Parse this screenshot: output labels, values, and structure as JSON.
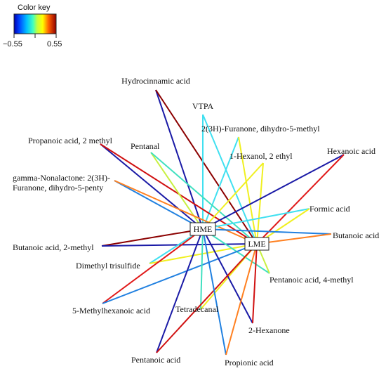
{
  "color_key": {
    "title": "Color key",
    "min_label": "−0.55",
    "max_label": "0.55",
    "min": -0.55,
    "max": 0.55
  },
  "hubs": [
    {
      "id": "HME",
      "label": "HME"
    },
    {
      "id": "LME",
      "label": "LME"
    }
  ],
  "nodes": [
    {
      "id": "hydrocinnamic",
      "label": "Hydrocinnamic acid"
    },
    {
      "id": "vtpa",
      "label": "VTPA"
    },
    {
      "id": "furanone",
      "label": "2(3H)-Furanone, dihydro-5-methyl"
    },
    {
      "id": "propanoic2m",
      "label": "Propanoic acid, 2 methyl"
    },
    {
      "id": "pentanal",
      "label": "Pentanal"
    },
    {
      "id": "hexanol",
      "label": "1-Hexanol, 2 ethyl"
    },
    {
      "id": "hexanoic",
      "label": "Hexanoic acid"
    },
    {
      "id": "gamma",
      "label": "gamma-Nonalactone: 2(3H)-",
      "label2": "Furanone, dihydro-5-penty"
    },
    {
      "id": "formic",
      "label": "Formic acid"
    },
    {
      "id": "butanoic",
      "label": "Butanoic acid"
    },
    {
      "id": "butanoic2m",
      "label": "Butanoic acid, 2-methyl"
    },
    {
      "id": "dimethyl",
      "label": "Dimethyl trisulfide"
    },
    {
      "id": "pentanoic4m",
      "label": "Pentanoic acid, 4-methyl"
    },
    {
      "id": "methylhexanoic",
      "label": "5-Methylhexanoic acid"
    },
    {
      "id": "tetradecanal",
      "label": "Tetradecanal"
    },
    {
      "id": "hexanone",
      "label": "2-Hexanone"
    },
    {
      "id": "pentanoic",
      "label": "Pentanoic acid"
    },
    {
      "id": "propionic",
      "label": "Propionic acid"
    }
  ],
  "edges": [
    {
      "hub": "HME",
      "node": "hydrocinnamic",
      "color": "#1a1aa6"
    },
    {
      "hub": "LME",
      "node": "hydrocinnamic",
      "color": "#8b0000"
    },
    {
      "hub": "HME",
      "node": "vtpa",
      "color": "#40e0f0"
    },
    {
      "hub": "LME",
      "node": "vtpa",
      "color": "#40e0f0"
    },
    {
      "hub": "HME",
      "node": "furanone",
      "color": "#40e0f0"
    },
    {
      "hub": "LME",
      "node": "furanone",
      "color": "#f0f020"
    },
    {
      "hub": "HME",
      "node": "propanoic2m",
      "color": "#1a1aa6"
    },
    {
      "hub": "LME",
      "node": "propanoic2m",
      "color": "#d01010"
    },
    {
      "hub": "HME",
      "node": "pentanal",
      "color": "#c8f040"
    },
    {
      "hub": "LME",
      "node": "pentanal",
      "color": "#40e0c0"
    },
    {
      "hub": "HME",
      "node": "hexanol",
      "color": "#f0f020"
    },
    {
      "hub": "LME",
      "node": "hexanol",
      "color": "#f0f020"
    },
    {
      "hub": "HME",
      "node": "hexanoic",
      "color": "#1a1aa6"
    },
    {
      "hub": "LME",
      "node": "hexanoic",
      "color": "#e01818"
    },
    {
      "hub": "HME",
      "node": "gamma",
      "color": "#2080e0"
    },
    {
      "hub": "LME",
      "node": "gamma",
      "color": "#ff8020"
    },
    {
      "hub": "HME",
      "node": "formic",
      "color": "#40e0f0"
    },
    {
      "hub": "LME",
      "node": "formic",
      "color": "#f0f020"
    },
    {
      "hub": "HME",
      "node": "butanoic",
      "color": "#2080e0"
    },
    {
      "hub": "LME",
      "node": "butanoic",
      "color": "#ff8020"
    },
    {
      "hub": "HME",
      "node": "butanoic2m",
      "color": "#8b0000"
    },
    {
      "hub": "LME",
      "node": "butanoic2m",
      "color": "#1a1aa6"
    },
    {
      "hub": "HME",
      "node": "dimethyl",
      "color": "#40e0f0"
    },
    {
      "hub": "LME",
      "node": "dimethyl",
      "color": "#f0f020"
    },
    {
      "hub": "HME",
      "node": "pentanoic4m",
      "color": "#40e0c0"
    },
    {
      "hub": "LME",
      "node": "pentanoic4m",
      "color": "#c8f040"
    },
    {
      "hub": "HME",
      "node": "methylhexanoic",
      "color": "#e01818"
    },
    {
      "hub": "LME",
      "node": "methylhexanoic",
      "color": "#2080e0"
    },
    {
      "hub": "HME",
      "node": "tetradecanal",
      "color": "#40e0c0"
    },
    {
      "hub": "LME",
      "node": "tetradecanal",
      "color": "#f0f020"
    },
    {
      "hub": "HME",
      "node": "hexanone",
      "color": "#1a1aa6"
    },
    {
      "hub": "LME",
      "node": "hexanone",
      "color": "#d01010"
    },
    {
      "hub": "HME",
      "node": "pentanoic",
      "color": "#1a1aa6"
    },
    {
      "hub": "LME",
      "node": "pentanoic",
      "color": "#d01010"
    },
    {
      "hub": "HME",
      "node": "propionic",
      "color": "#2080e0"
    },
    {
      "hub": "LME",
      "node": "propionic",
      "color": "#ff8020"
    }
  ]
}
